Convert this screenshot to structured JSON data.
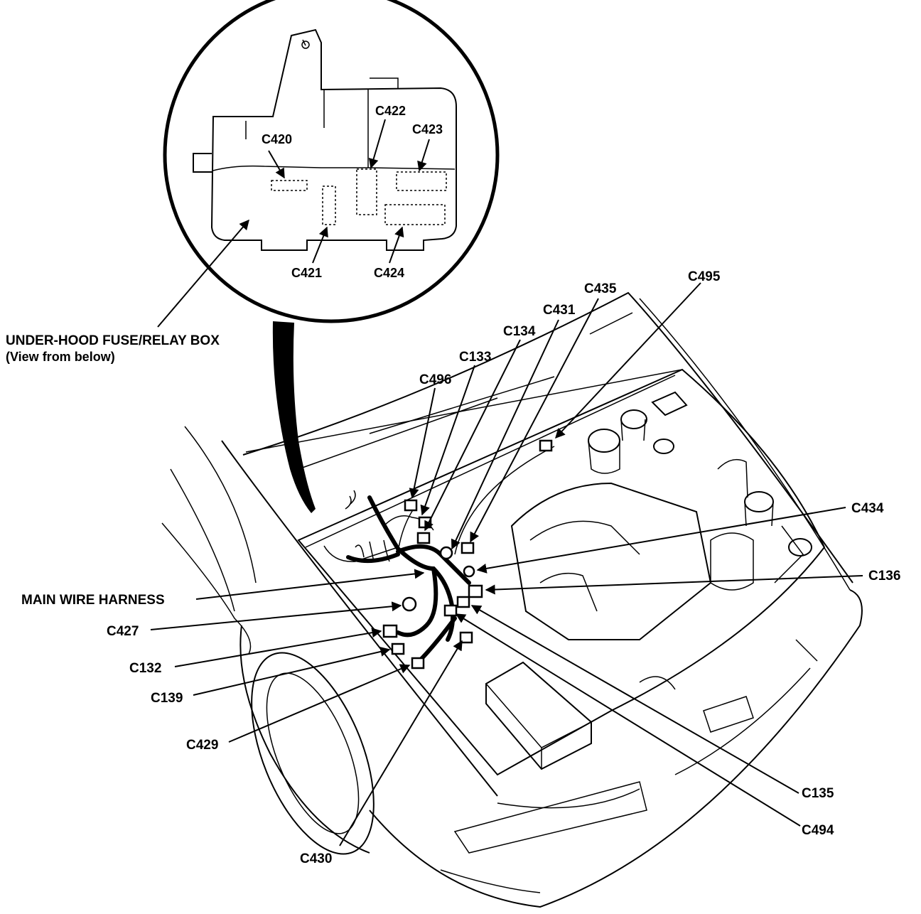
{
  "fuse_box": {
    "title": "UNDER-HOOD FUSE/RELAY BOX",
    "subtitle": "(View from below)",
    "connectors": [
      "C420",
      "C421",
      "C422",
      "C423",
      "C424"
    ]
  },
  "harness": {
    "label": "MAIN WIRE HARNESS"
  },
  "connectors": {
    "c495": "C495",
    "c435": "C435",
    "c431": "C431",
    "c134": "C134",
    "c133": "C133",
    "c496": "C496",
    "c434": "C434",
    "c136": "C136",
    "c427": "C427",
    "c132": "C132",
    "c139": "C139",
    "c429": "C429",
    "c430": "C430",
    "c135": "C135",
    "c494": "C494"
  },
  "colors": {
    "ink": "#000000",
    "paper": "#ffffff"
  }
}
